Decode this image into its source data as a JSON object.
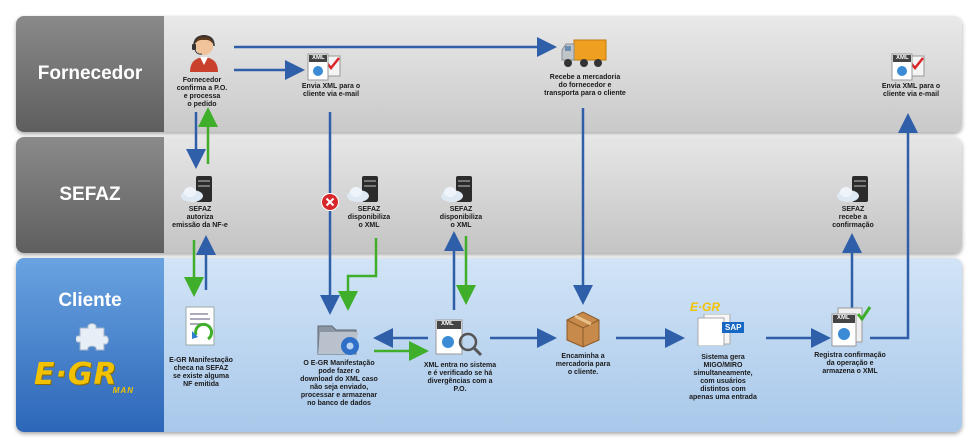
{
  "lanes": {
    "fornecedor": "Fornecedor",
    "sefaz": "SEFAZ",
    "cliente": "Cliente"
  },
  "logo": {
    "main": "E·GR",
    "sub": "MAN"
  },
  "icon_labels": {
    "xml": "XML",
    "sap": "SAP",
    "egr_small": "E·GR"
  },
  "steps": {
    "f_confirma": "Fornecedor\nconfirma a P.O.\ne processa\no pedido",
    "f_envia1": "Envia XML para o\ncliente via e-mail",
    "f_transporta": "Recebe a mercadoria\ndo fornecedor e\ntransporta para o cliente",
    "f_envia2": "Envia XML para o\ncliente via e-mail",
    "s_autoriza": "SEFAZ\nautoriza\nemissão da NF-e",
    "s_disp1": "SEFAZ\ndisponibiliza\no XML",
    "s_disp2": "SEFAZ\ndisponibiliza\no XML",
    "s_recebe": "SEFAZ\nrecebe a\nconfirmação",
    "c_checa": "E-GR Manifestação\nchecа na SEFAZ\nse existe alguma\nNF emitida",
    "c_download": "O E-GR Manifestação\npode fazer o\ndownload do XML caso\nnão seja enviado,\nprocessar e armazenar\nno banco de dados",
    "c_xml_entra": "XML entra no sistema\ne é verificado se há\ndivergências com a\nP.O.",
    "c_encaminha": "Encaminha a\nmercadoria para\no cliente.",
    "c_sap": "Sistema gera\nMIGO/MIRO\nsimultaneamente,\ncom usuários\ndistintos com\napenas uma entrada",
    "c_registra": "Registra confirmação\nda operação e\narmazena o XML"
  },
  "colors": {
    "blue_arrow": "#2f5fa8",
    "green_arrow": "#3fae2a",
    "error": "#d9262a"
  }
}
